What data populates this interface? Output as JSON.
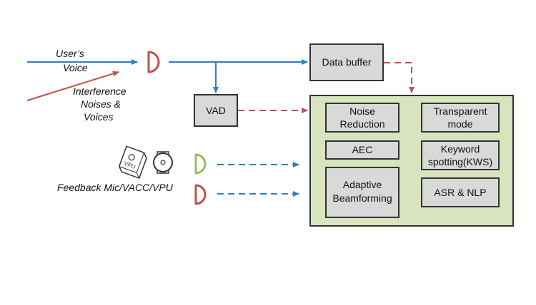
{
  "inputs": {
    "user_voice": [
      "User’s",
      "Voice"
    ],
    "interference": [
      "Interference",
      "Noises &",
      "Voices"
    ],
    "feedback": "Feedback Mic/VACC/VPU",
    "vpu_badge": "VPU"
  },
  "blocks": {
    "data_buffer": "Data buffer",
    "vad": "VAD"
  },
  "processing": {
    "noise_reduction": [
      "Noise",
      "Reduction"
    ],
    "transparent_mode": [
      "Transparent",
      "mode"
    ],
    "aec": "AEC",
    "kws": [
      "Keyword",
      "spotting(KWS)"
    ],
    "beamforming": [
      "Adaptive",
      "Beamforming"
    ],
    "asr_nlp": "ASR & NLP"
  },
  "colors": {
    "blue": "#2f7dc6",
    "red": "#c0504d",
    "green": "#9bbb59",
    "panel": "#d7e4bd",
    "box": "#d9d9d9"
  }
}
